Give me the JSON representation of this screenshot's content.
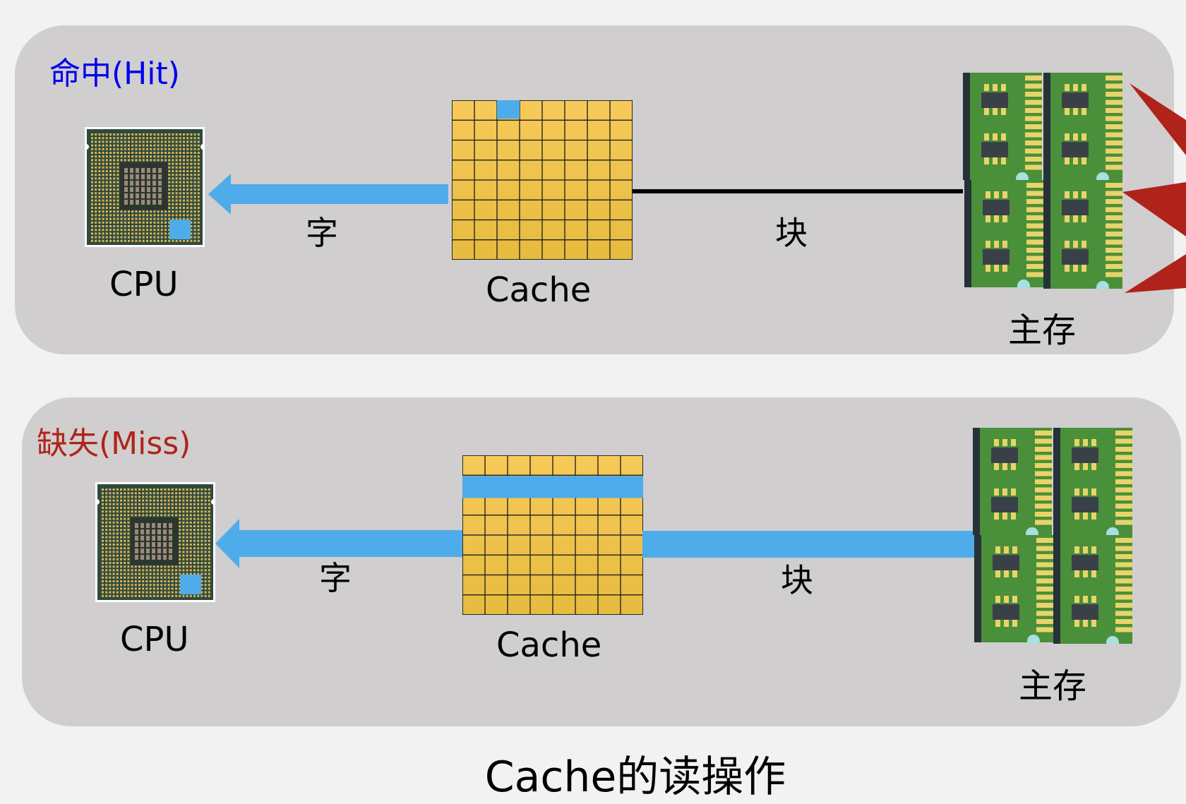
{
  "title": "Cache的读操作",
  "colors": {
    "hit_title": "#0000ee",
    "miss_title": "#b0231a",
    "transfer_blue": "#4eacea",
    "cache_yellow": "#f6c94e",
    "ram_green": "#4a8f3a",
    "burst_red": "#b0231a",
    "panel_bg": "#d0cece",
    "page_bg": "#f2f2f2"
  },
  "panels": {
    "hit": {
      "title": "命中(Hit)",
      "cpu_label": "CPU",
      "cache_label": "Cache",
      "memory_label": "主存",
      "word_label": "字",
      "block_label": "块",
      "cache_grid": {
        "rows": 8,
        "cols": 8,
        "highlight": "single-cell",
        "highlight_row": 0,
        "highlight_col": 2
      },
      "cpu_to_cache": "word-arrow",
      "cache_to_memory": "thin-line"
    },
    "miss": {
      "title": "缺失(Miss)",
      "cpu_label": "CPU",
      "cache_label": "Cache",
      "memory_label": "主存",
      "word_label": "字",
      "block_label": "块",
      "cache_grid": {
        "rows": 8,
        "cols": 8,
        "highlight": "full-row",
        "highlight_row": 1
      },
      "cpu_to_cache": "word-arrow",
      "cache_to_memory": "block-transfer-bar"
    }
  },
  "icons": {
    "cpu": "cpu-chip-icon",
    "memory": "ram-module-icon",
    "cache": "cache-grid",
    "burst": "red-burst-decoration"
  }
}
